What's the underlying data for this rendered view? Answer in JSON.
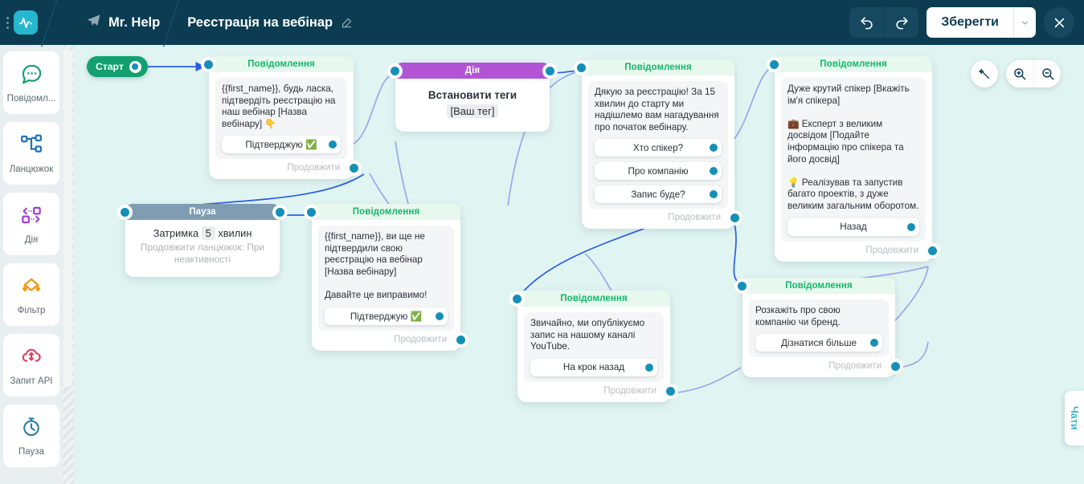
{
  "header": {
    "kebab_icon": "kebab-menu-icon",
    "logo_icon": "pulse-logo-icon",
    "brand_icon": "telegram-icon",
    "brand": "Mr. Help",
    "flow_title": "Реєстрація на вебінар",
    "edit_icon": "pencil-icon",
    "undo_icon": "undo-icon",
    "redo_icon": "redo-icon",
    "save_label": "Зберегти",
    "caret_icon": "chevron-down-icon",
    "close_icon": "close-icon"
  },
  "sidebar": {
    "items": [
      {
        "label": "Повідомл...",
        "icon": "message-bubble-icon"
      },
      {
        "label": "Ланцюжок",
        "icon": "flow-chain-icon"
      },
      {
        "label": "Дія",
        "icon": "action-arrows-icon"
      },
      {
        "label": "Фільтр",
        "icon": "filter-diamond-icon"
      },
      {
        "label": "Запит API",
        "icon": "api-cloud-icon"
      },
      {
        "label": "Пауза",
        "icon": "timer-clock-icon"
      }
    ]
  },
  "tools": {
    "magic_icon": "magic-wand-icon",
    "zoom_in_icon": "zoom-in-icon",
    "zoom_out_icon": "zoom-out-icon"
  },
  "chat_tab": {
    "label": "Чати"
  },
  "canvas": {
    "start": {
      "label": "Старт"
    },
    "continue_label": "Продовжити",
    "nodes": {
      "n1": {
        "title": "Повідомлення",
        "text": "{{first_name}}, будь ласка, підтвердіть реєстрацію на наш вебінар [Назва вебінару] 👇",
        "buttons": [
          "Підтверджую ✅"
        ]
      },
      "pause": {
        "title": "Пауза",
        "delay_prefix": "Затримка",
        "delay_value": "5",
        "delay_suffix": "хвилин",
        "sub": "Продовжити ланцюжок: При неактивності"
      },
      "n2": {
        "title": "Повідомлення",
        "text": "{{first_name}}, ви ще не підтвердили свою реєстрацію на вебінар [Назва вебінару]\n\nДавайте це виправимо!",
        "buttons": [
          "Підтверджую ✅"
        ]
      },
      "action": {
        "title": "Дія",
        "line1": "Встановити теги",
        "tag": "[Ваш тег]"
      },
      "n3": {
        "title": "Повідомлення",
        "text": "Дякую за реєстрацію! За 15 хвилин до старту ми надішлемо вам нагадування про початок вебінару.",
        "buttons": [
          "Хто спікер?",
          "Про компанію",
          "Запис буде?"
        ]
      },
      "n4": {
        "title": "Повідомлення",
        "text": "Дуже крутий спікер [Вкажіть ім'я спікера]\n\n💼 Експерт з великим досвідом [Подайте інформацію про спікера та його досвід]\n\n💡 Реалізував та запустив багато проектів, з дуже великим загальним оборотом.",
        "buttons": [
          "Назад"
        ]
      },
      "n5": {
        "title": "Повідомлення",
        "text": "Звичайно, ми опублікуємо запис на нашому каналі YouTube.",
        "buttons": [
          "На крок назад"
        ]
      },
      "n6": {
        "title": "Повідомлення",
        "text": "Розкажіть про свою компанію чи бренд.",
        "buttons": [
          "Дізнатися більше"
        ]
      }
    }
  },
  "colors": {
    "header_bg": "#0b3c52",
    "canvas_bg": "#e0f4f2",
    "accent_teal": "#1490b8",
    "message_green": "#11b86a",
    "action_purple": "#b254d4",
    "pause_slate": "#7e9db2",
    "start_green": "#11a06e",
    "edge_blue": "#2a5de8"
  }
}
